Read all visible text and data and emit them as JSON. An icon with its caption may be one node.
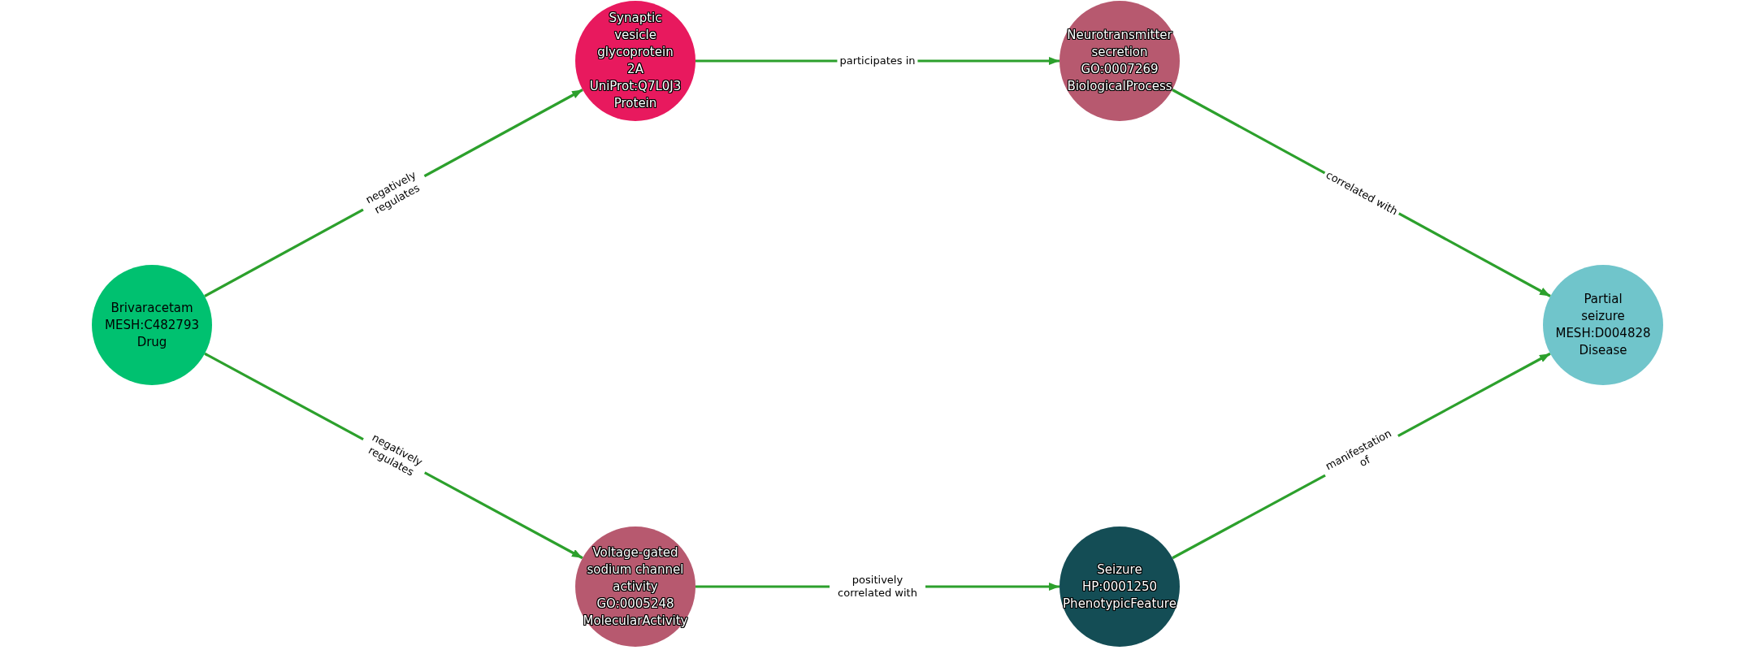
{
  "diagram": {
    "nodes": [
      {
        "text": [
          "Brivaracetam",
          "MESH:C482793",
          "Drug"
        ]
      },
      {
        "text": [
          "Synaptic vesicle glycoprotein 2A",
          "UniProt:Q7L0J3",
          "Protein"
        ]
      },
      {
        "text": [
          "Neurotransmitter secretion",
          "GO:0007269",
          "BiologicalProcess"
        ]
      },
      {
        "text": [
          "Partial seizure",
          "MESH:D004828",
          "Disease"
        ]
      },
      {
        "text": [
          "Voltage-gated sodium channel activity",
          "GO:0005248",
          "MolecularActivity"
        ]
      },
      {
        "text": [
          "Seizure",
          "HP:0001250",
          "PhenotypicFeature"
        ]
      }
    ],
    "edges": [
      {
        "from": 0,
        "to": 1,
        "arrow": "to",
        "label": "negatively regulates"
      },
      {
        "from": 0,
        "to": 4,
        "arrow": "to",
        "label": "negatively regulates"
      },
      {
        "from": 1,
        "to": 2,
        "arrow": "to",
        "label": "participates in"
      },
      {
        "from": 2,
        "to": 3,
        "arrow": "to",
        "label": "correlated with"
      },
      {
        "from": 4,
        "to": 5,
        "arrow": "to",
        "label": "positively correlated with"
      },
      {
        "from": 5,
        "to": 3,
        "arrow": "to",
        "label": "manifestation of"
      }
    ]
  }
}
